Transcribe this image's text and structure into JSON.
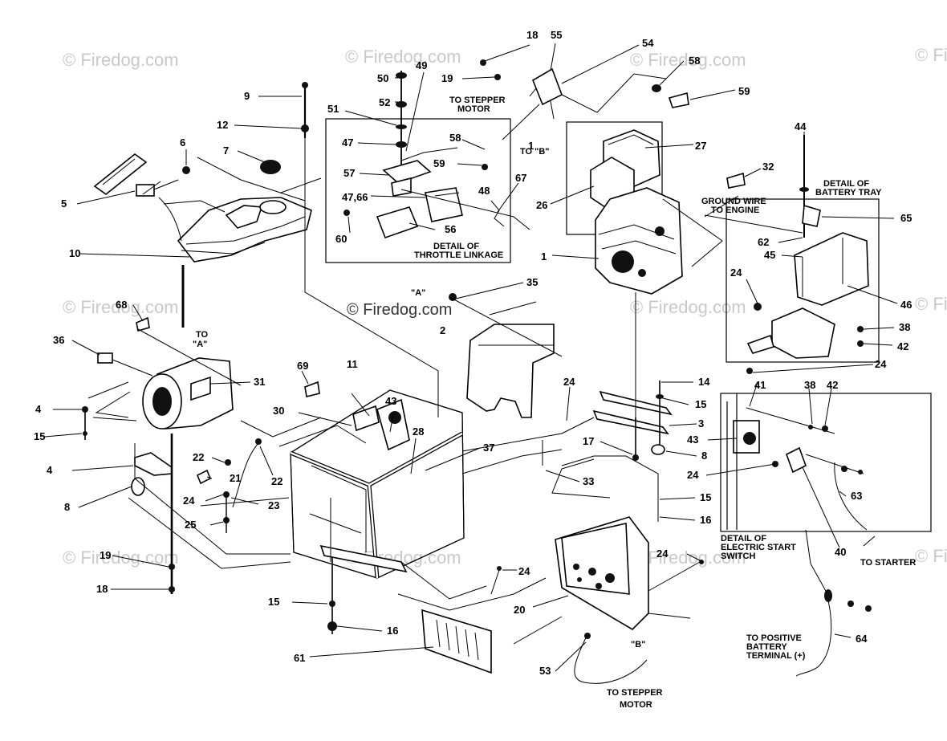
{
  "watermark": "© Firedog.com",
  "callouts": [
    "1",
    "2",
    "3",
    "4",
    "5",
    "6",
    "7",
    "8",
    "9",
    "10",
    "11",
    "12",
    "14",
    "15",
    "16",
    "17",
    "18",
    "19",
    "20",
    "21",
    "22",
    "23",
    "24",
    "25",
    "26",
    "27",
    "28",
    "30",
    "31",
    "32",
    "33",
    "35",
    "36",
    "37",
    "38",
    "40",
    "41",
    "42",
    "43",
    "44",
    "45",
    "46",
    "47",
    "47,66",
    "48",
    "49",
    "50",
    "51",
    "52",
    "53",
    "54",
    "55",
    "56",
    "57",
    "58",
    "59",
    "60",
    "61",
    "62",
    "63",
    "64",
    "65",
    "67",
    "68",
    "69"
  ],
  "notes": {
    "to_stepper_motor_top": [
      "TO STEPPER",
      "MOTOR"
    ],
    "to_b_top": "TO \"B\"",
    "detail_throttle": [
      "DETAIL OF",
      "THROTTLE LINKAGE"
    ],
    "a_label_top": "\"A\"",
    "to_a": [
      "TO",
      "\"A\""
    ],
    "detail_battery": [
      "DETAIL OF",
      "BATTERY TRAY"
    ],
    "ground_wire": [
      "GROUND WIRE",
      "TO ENGINE"
    ],
    "detail_start": [
      "DETAIL OF",
      "ELECTRIC START",
      "SWITCH"
    ],
    "to_starter": "TO STARTER",
    "to_positive": [
      "TO POSITIVE",
      "BATTERY",
      "TERMINAL  (+)"
    ],
    "b_label_bottom": "\"B\"",
    "to_stepper_motor_bottom": [
      "TO STEPPER",
      "MOTOR"
    ]
  }
}
